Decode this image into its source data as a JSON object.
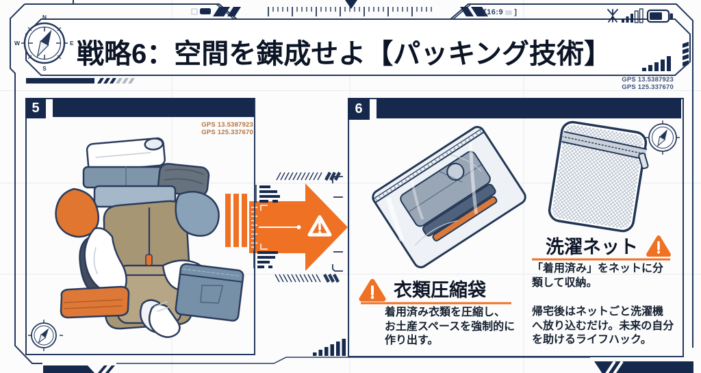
{
  "colors": {
    "navy": "#16294d",
    "orange": "#ee7124",
    "accent_tan": "#b5743d"
  },
  "status_bar": {
    "aspect_open": "[16:9",
    "aspect_close": "]"
  },
  "header": {
    "title": "戦略6：空間を錬成せよ【パッキング技術】"
  },
  "compass": {
    "n": "N",
    "e": "E",
    "s": "S",
    "w": "W"
  },
  "gps_left": {
    "line1": "GPS 13.5387923",
    "line2": "GPS 125.337670"
  },
  "gps_right": {
    "line1": "GPS 13.5387923",
    "line2": "GPS 125.337670"
  },
  "left_panel": {
    "number": "5"
  },
  "right_panel": {
    "number": "6",
    "compression_section": {
      "heading": "衣類圧縮袋",
      "body": "着用済み衣類を圧縮し、\nお土産スペースを強制的に\n作り出す。"
    },
    "laundry_section": {
      "heading": "洗濯ネット",
      "body_top": "「着用済み」をネットに分\n類して収納。",
      "body_bottom": "帰宅後はネットごと洗濯機\nへ放り込むだけ。未来の自分\nを助けるライフハック。"
    }
  }
}
